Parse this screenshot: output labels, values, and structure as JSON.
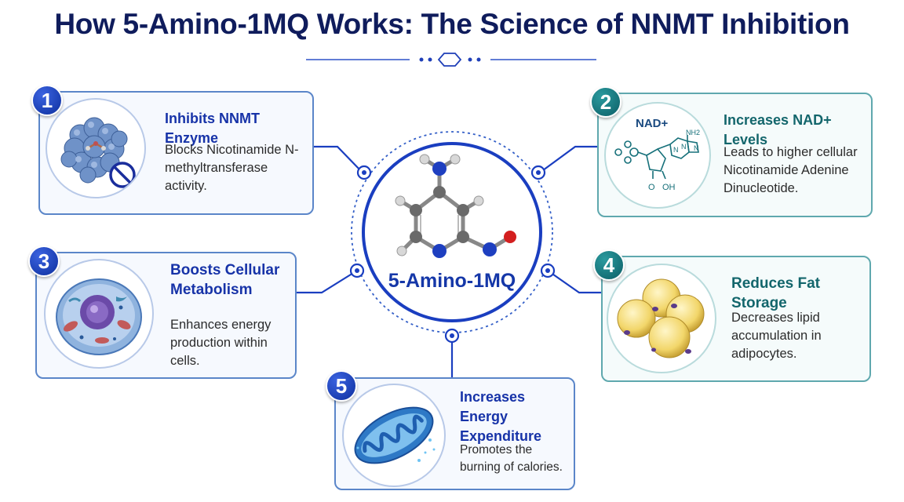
{
  "title": "How 5-Amino-1MQ Works: The Science of NNMT Inhibition",
  "center": {
    "label": "5-Amino-1MQ"
  },
  "cards": [
    {
      "number": "1",
      "title": "Inhibits NNMT Enzyme",
      "description": "Blocks Nicotinamide N-methyltransferase activity.",
      "icon": "protein-inhibition-icon"
    },
    {
      "number": "2",
      "title": "Increases NAD+ Levels",
      "description": "Leads to higher cellular Nicotinamide Adenine Dinucleotide.",
      "icon": "nad-molecule-icon",
      "diagram_labels": {
        "molecule": "NAD+",
        "amine": "NH2",
        "hydroxyl_left": "O",
        "hydroxyl_right": "OH",
        "nitrogen_a": "N",
        "nitrogen_b": "N",
        "nitrogen_c": "N"
      }
    },
    {
      "number": "3",
      "title": "Boosts Cellular Metabolism",
      "description": "Enhances energy production within cells.",
      "icon": "cell-icon"
    },
    {
      "number": "4",
      "title": "Reduces Fat Storage",
      "description": "Decreases lipid accumulation in adipocytes.",
      "icon": "fat-cells-icon"
    },
    {
      "number": "5",
      "title": "Increases Energy Expenditure",
      "description": "Promotes the burning of calories.",
      "icon": "mitochondria-icon"
    }
  ],
  "colors": {
    "navy_title": "#0f1c5c",
    "blue_accent": "#1537a8",
    "teal_accent": "#13666c",
    "blue_border": "#5b86c9",
    "teal_border": "#5fa8ae"
  }
}
